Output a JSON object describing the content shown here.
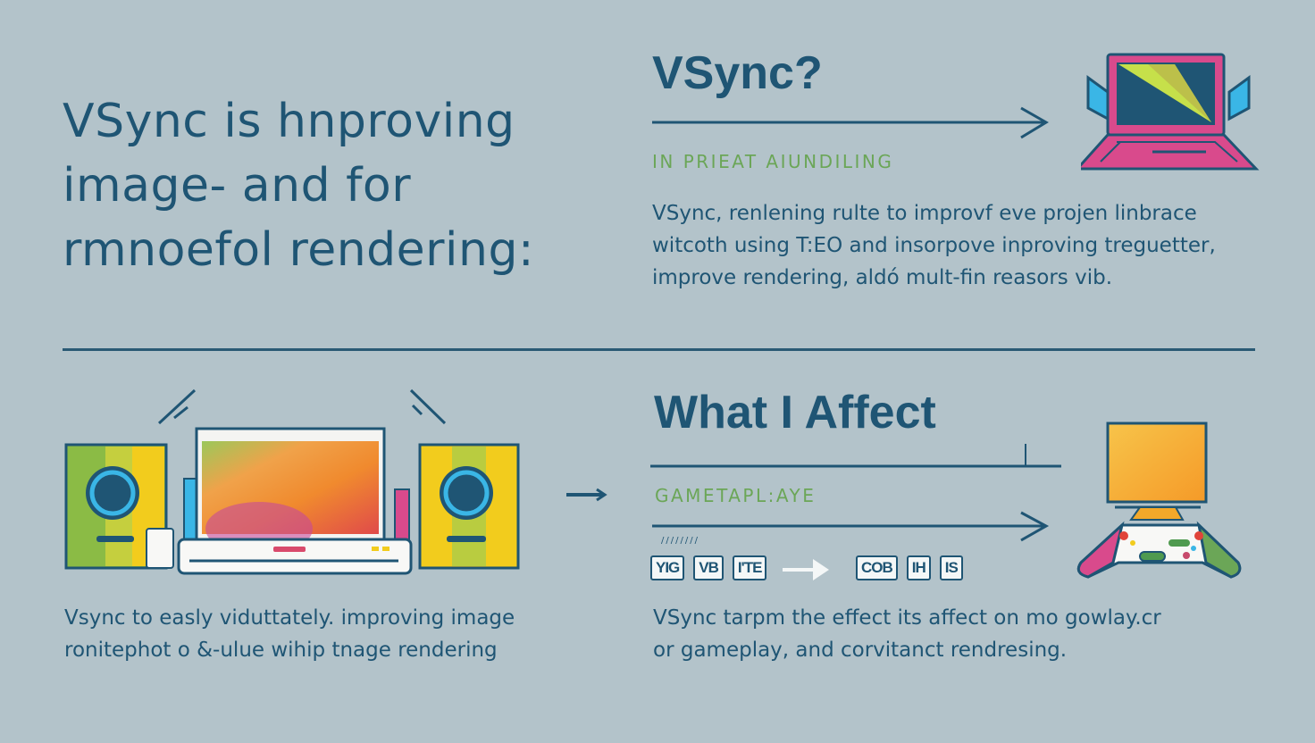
{
  "top": {
    "headline": [
      "VSync is hnproving",
      "image- and for",
      "rmnoefol rendering:"
    ],
    "title": "VSync?",
    "label": "IN PRIEAT AIUNDILING",
    "paragraph": [
      "VSync, renlening rulte to improvf eve projen linbrace",
      "witcoth using T:EO and insorpove inproving treguetter,",
      "improve rendering, aldó mult-fin reasors vib."
    ],
    "icon": "laptop-icon"
  },
  "bottom": {
    "title": "What I Affect",
    "label": "GAMETAPL:AYE",
    "dots": "////////",
    "tags_left": [
      "YIG",
      "VB",
      "I'TE"
    ],
    "tags_right": [
      "COB",
      "IH",
      "IS"
    ],
    "left_paragraph": [
      "Vsync to easly viduttately. improving image",
      "ronitephot o &-ulue wihip tnage rendering"
    ],
    "right_paragraph": [
      "VSync tarpm the effect its affect on mo gowlay.cr",
      "or gameplay, and corvitanct rendresing."
    ],
    "icons": [
      "home-theater-icon",
      "arrow-right-icon",
      "monitor-gamepad-icon"
    ]
  },
  "colors": {
    "background": "#b3c3ca",
    "primary": "#1f5574",
    "accent_green": "#6ba657",
    "pink": "#d94a8c",
    "yellow": "#f5c518",
    "cyan": "#3ab6e6"
  }
}
